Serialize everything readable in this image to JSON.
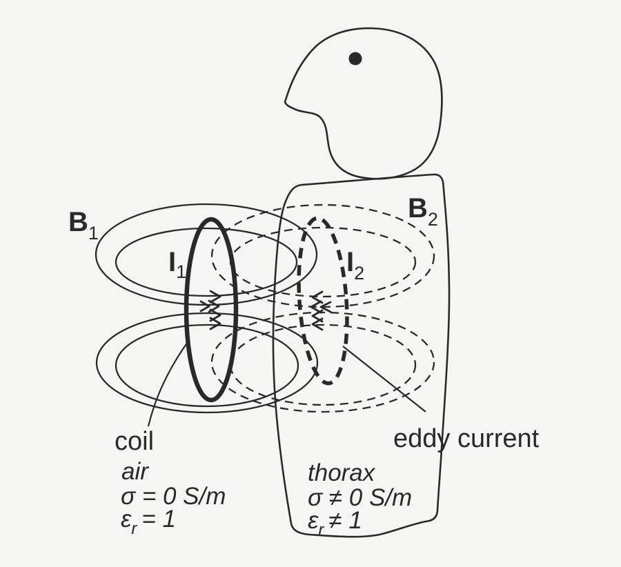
{
  "canvas": {
    "background_color": "#f5f5f4",
    "ink_color": "#2b2829"
  },
  "field_labels": {
    "b1": {
      "symbol": "B",
      "subscript": "1"
    },
    "i1": {
      "symbol": "I",
      "subscript": "1"
    },
    "b2": {
      "symbol": "B",
      "subscript": "2"
    },
    "i2": {
      "symbol": "I",
      "subscript": "2"
    }
  },
  "annotations": {
    "coil": "coil",
    "eddy_current": "eddy current"
  },
  "media": {
    "air": {
      "name": "air",
      "conductivity": "σ = 0 S/m",
      "permittivity_symbol": "ε",
      "permittivity_sub": "r",
      "permittivity_value": "= 1"
    },
    "thorax": {
      "name": "thorax",
      "conductivity": "σ ≠ 0 S/m",
      "permittivity_symbol": "ε",
      "permittivity_sub": "r",
      "permittivity_value": "≠ 1"
    }
  }
}
